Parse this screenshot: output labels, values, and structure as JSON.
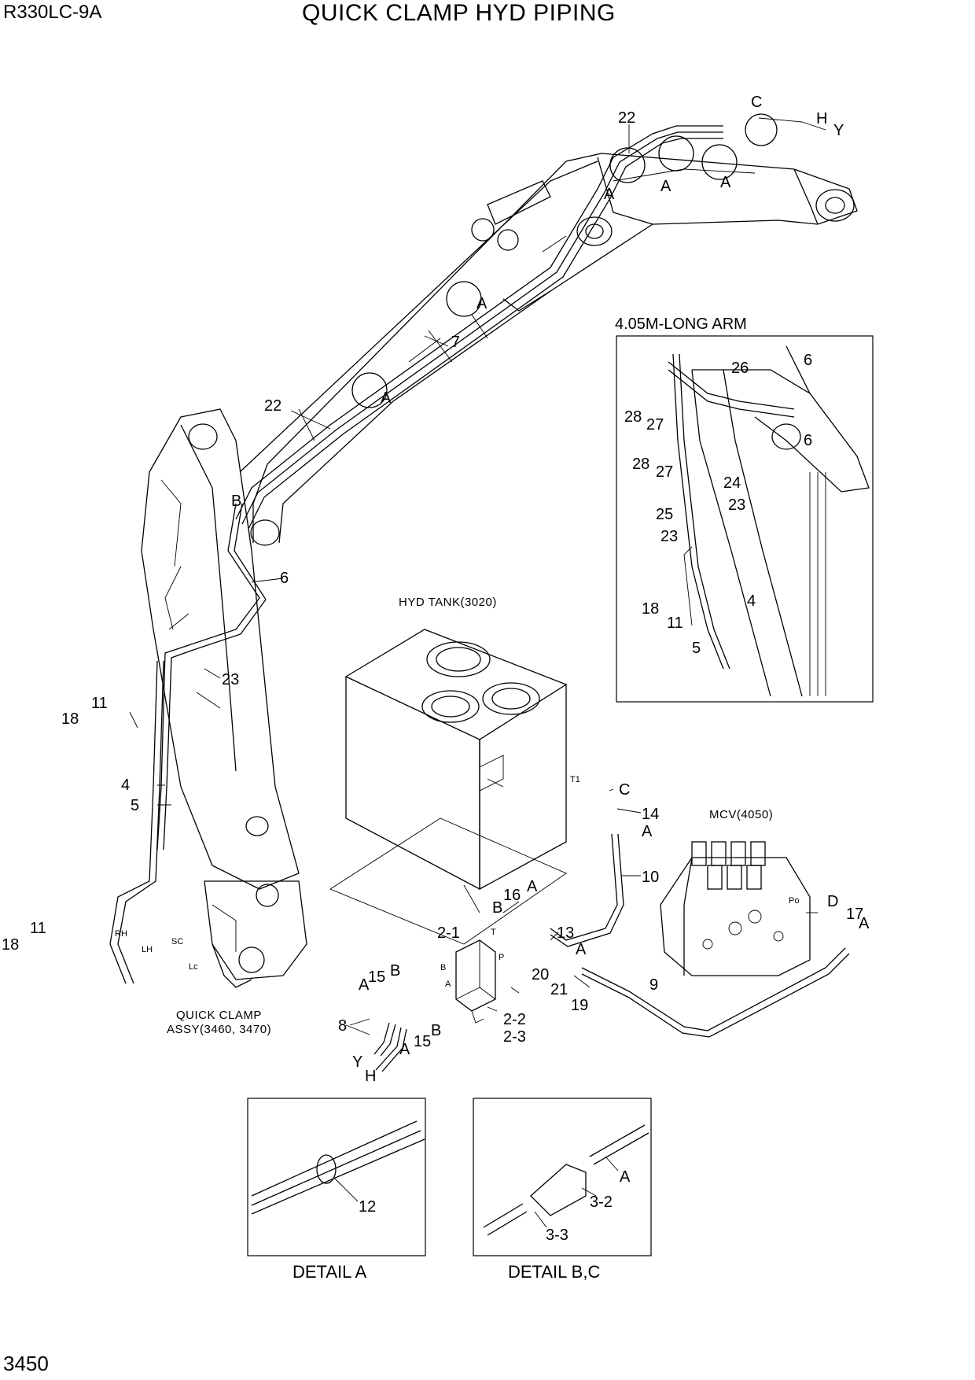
{
  "header": {
    "model": "R330LC-9A",
    "title": "QUICK CLAMP HYD PIPING"
  },
  "footer": {
    "page_number": "3450"
  },
  "captions": {
    "hyd_tank": "HYD TANK(3020)",
    "mcv": "MCV(4050)",
    "quick_clamp_l1": "QUICK CLAMP",
    "quick_clamp_l2": "ASSY(3460, 3470)",
    "inset_title": "4.05M-LONG ARM",
    "detail_a": "DETAIL A",
    "detail_bc": "DETAIL B,C"
  },
  "small_marks": {
    "rh": "RH",
    "lh": "LH",
    "sc": "SC",
    "lc": "Lc",
    "t1": "T1",
    "po": "Po",
    "t": "T",
    "b": "B",
    "p": "P",
    "a": "A"
  },
  "callouts": {
    "c22_top": "22",
    "c_top": "C",
    "h_top": "H",
    "y_top": "Y",
    "a_boom1": "A",
    "a_boom2": "A",
    "a_boom3": "A",
    "a_boom4": "A",
    "a_boom5": "A",
    "c7": "7",
    "c22_mid": "22",
    "b_boom": "B",
    "c6_main": "6",
    "c23_main": "23",
    "c11_a": "11",
    "c18_a": "18",
    "c4_main": "4",
    "c5_main": "5",
    "c11_b": "11",
    "c18_b": "18",
    "in_c6_a": "6",
    "in_c26": "26",
    "in_c28_a": "28",
    "in_c27_a": "27",
    "in_c6_b": "6",
    "in_c28_b": "28",
    "in_c27_b": "27",
    "in_c24": "24",
    "in_c25": "25",
    "in_c23_a": "23",
    "in_c23_b": "23",
    "in_c18": "18",
    "in_c4": "4",
    "in_c11": "11",
    "in_c5": "5",
    "c_tank": "C",
    "c14": "14",
    "a_tank": "A",
    "c10": "10",
    "d_mcv": "D",
    "c17": "17",
    "a_mcv": "A",
    "c16": "16",
    "a_16": "A",
    "b_16": "B",
    "c2_1": "2-1",
    "c13": "13",
    "a_13": "A",
    "c20": "20",
    "c21": "21",
    "c19": "19",
    "c9": "9",
    "a_15": "A",
    "c15_a": "15",
    "b_15a": "B",
    "c8": "8",
    "a_8": "A",
    "c15_b": "15",
    "b_15b": "B",
    "c2_2": "2-2",
    "c2_3": "2-3",
    "y_8": "Y",
    "h_8": "H",
    "c12": "12",
    "c3_2": "3-2",
    "a_det": "A",
    "c3_3": "3-3"
  }
}
